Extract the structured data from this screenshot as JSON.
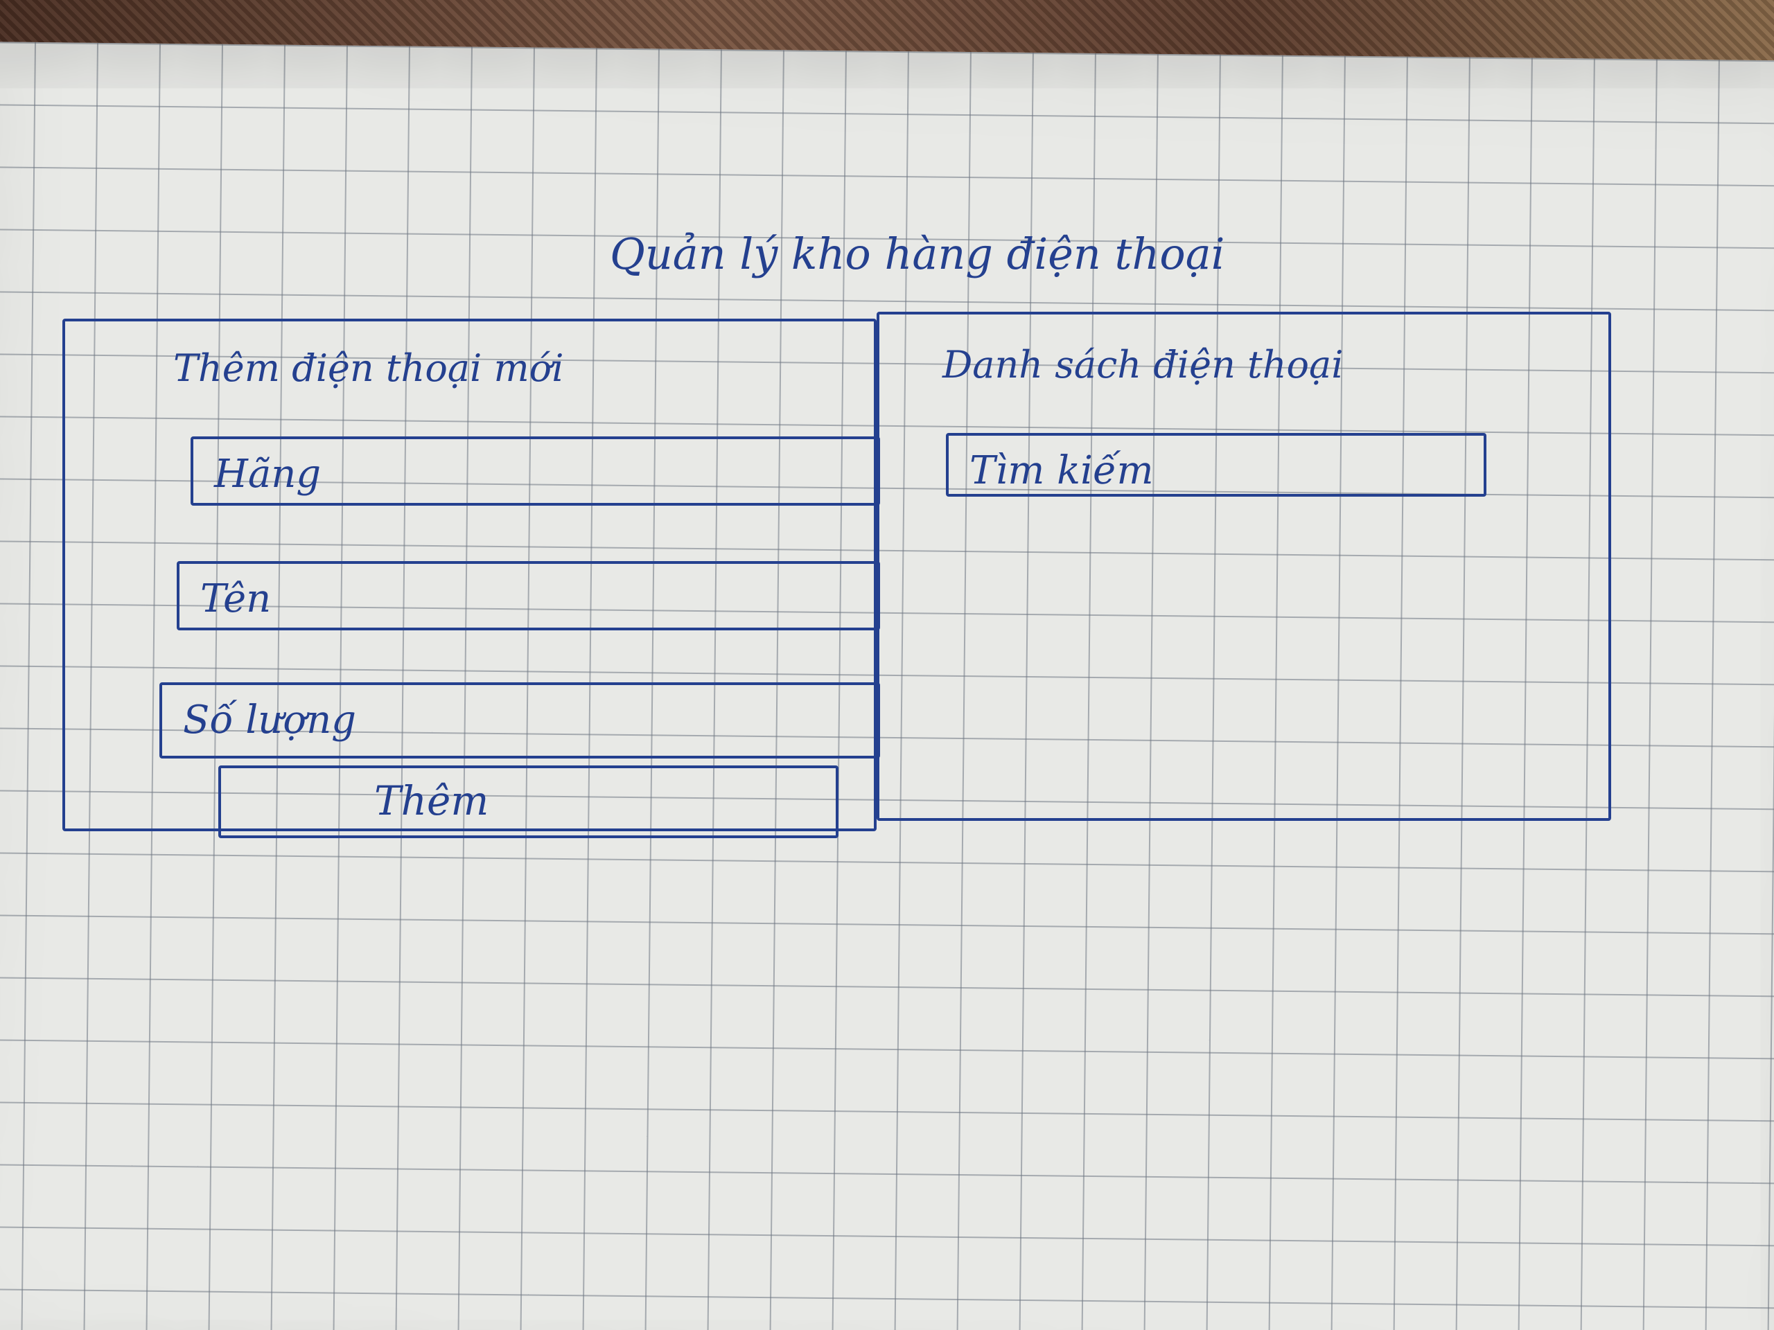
{
  "title": "Quản lý kho hàng điện thoại",
  "add_panel": {
    "heading": "Thêm điện thoại mới",
    "fields": [
      {
        "label": "Hãng"
      },
      {
        "label": "Tên"
      },
      {
        "label": "Số lượng"
      }
    ],
    "add_button_label": "Thêm"
  },
  "list_panel": {
    "heading": "Danh sách điện thoại",
    "search_placeholder": "Tìm kiếm"
  },
  "colors": {
    "ink": "#24408f",
    "paper": "#e8e9e6",
    "grid": "#6e7682",
    "background": "#6b4a36"
  }
}
